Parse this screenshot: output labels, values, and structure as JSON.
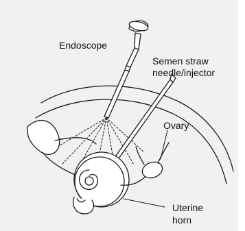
{
  "labels": {
    "endoscope": "Endoscope",
    "semen_straw": "Semen straw",
    "needle_injector": "needle/injector",
    "ovary": "Ovary",
    "uterine": "Uterine",
    "horn": "horn"
  },
  "colors": {
    "background": "#f2f1f1",
    "stroke": "#1a1a1a"
  }
}
